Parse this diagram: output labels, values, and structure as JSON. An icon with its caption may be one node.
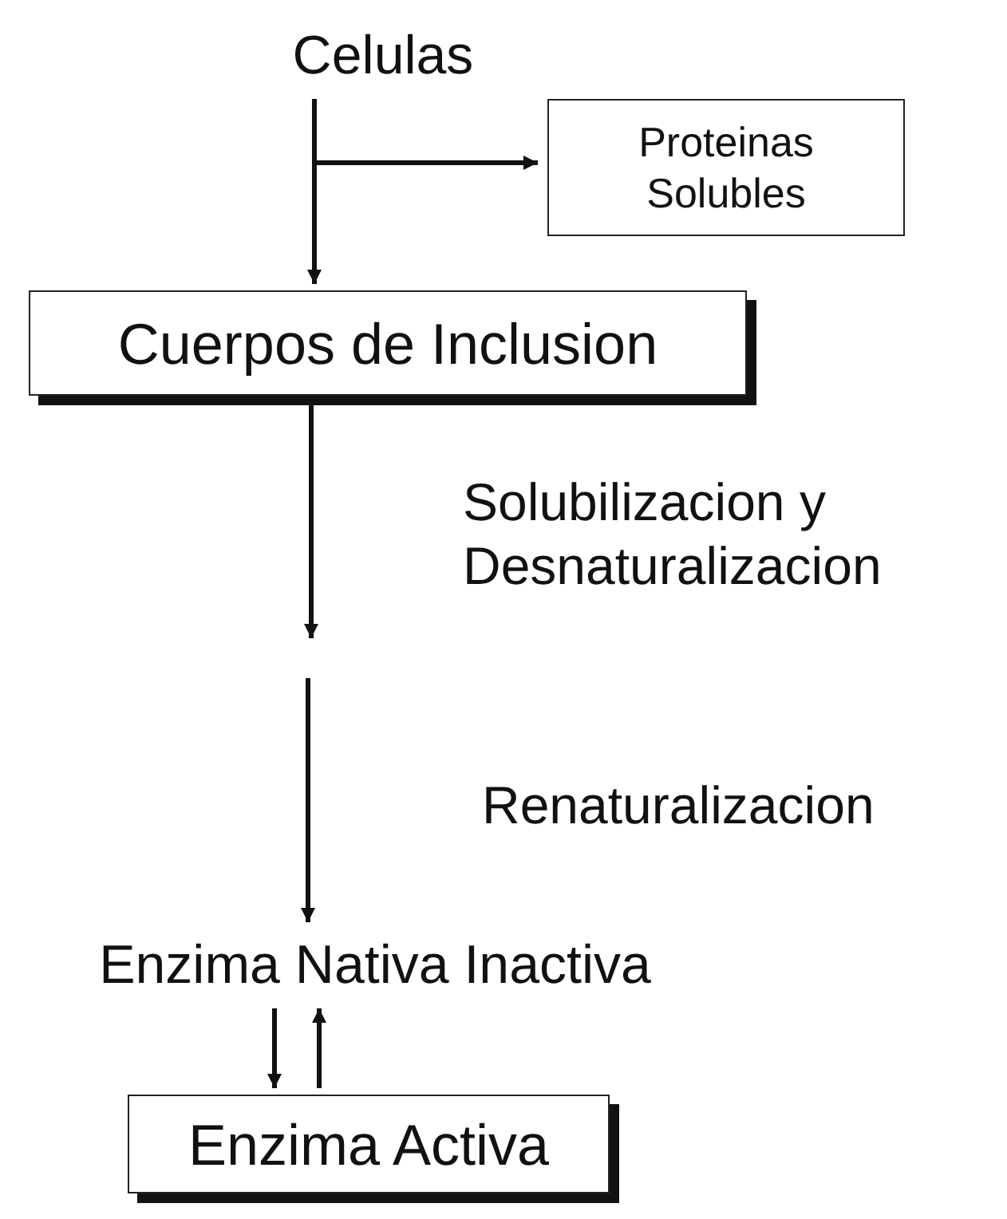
{
  "diagram": {
    "nodes": [
      {
        "text": [
          "Celulas"
        ]
      },
      {
        "text": [
          "Proteinas Solubles"
        ]
      },
      {
        "text": [
          "Cuerpos de Inclusion"
        ]
      },
      {
        "text": [
          "Enzima Nativa Inactiva"
        ]
      },
      {
        "text": [
          "Enzima Activa"
        ]
      }
    ],
    "edges": [
      {
        "from": 0,
        "to": 2,
        "arrow": "to"
      },
      {
        "from": 0,
        "to": 1,
        "arrow": "to"
      },
      {
        "from": 2,
        "to": null,
        "arrow": "to",
        "label": "Solubilizacion y Desnaturalizacion"
      },
      {
        "from": null,
        "to": 3,
        "arrow": "to",
        "label": "Renaturalizacion"
      },
      {
        "from": 3,
        "to": 4,
        "arrow": "to"
      },
      {
        "from": 4,
        "to": 3,
        "arrow": "to"
      }
    ]
  }
}
